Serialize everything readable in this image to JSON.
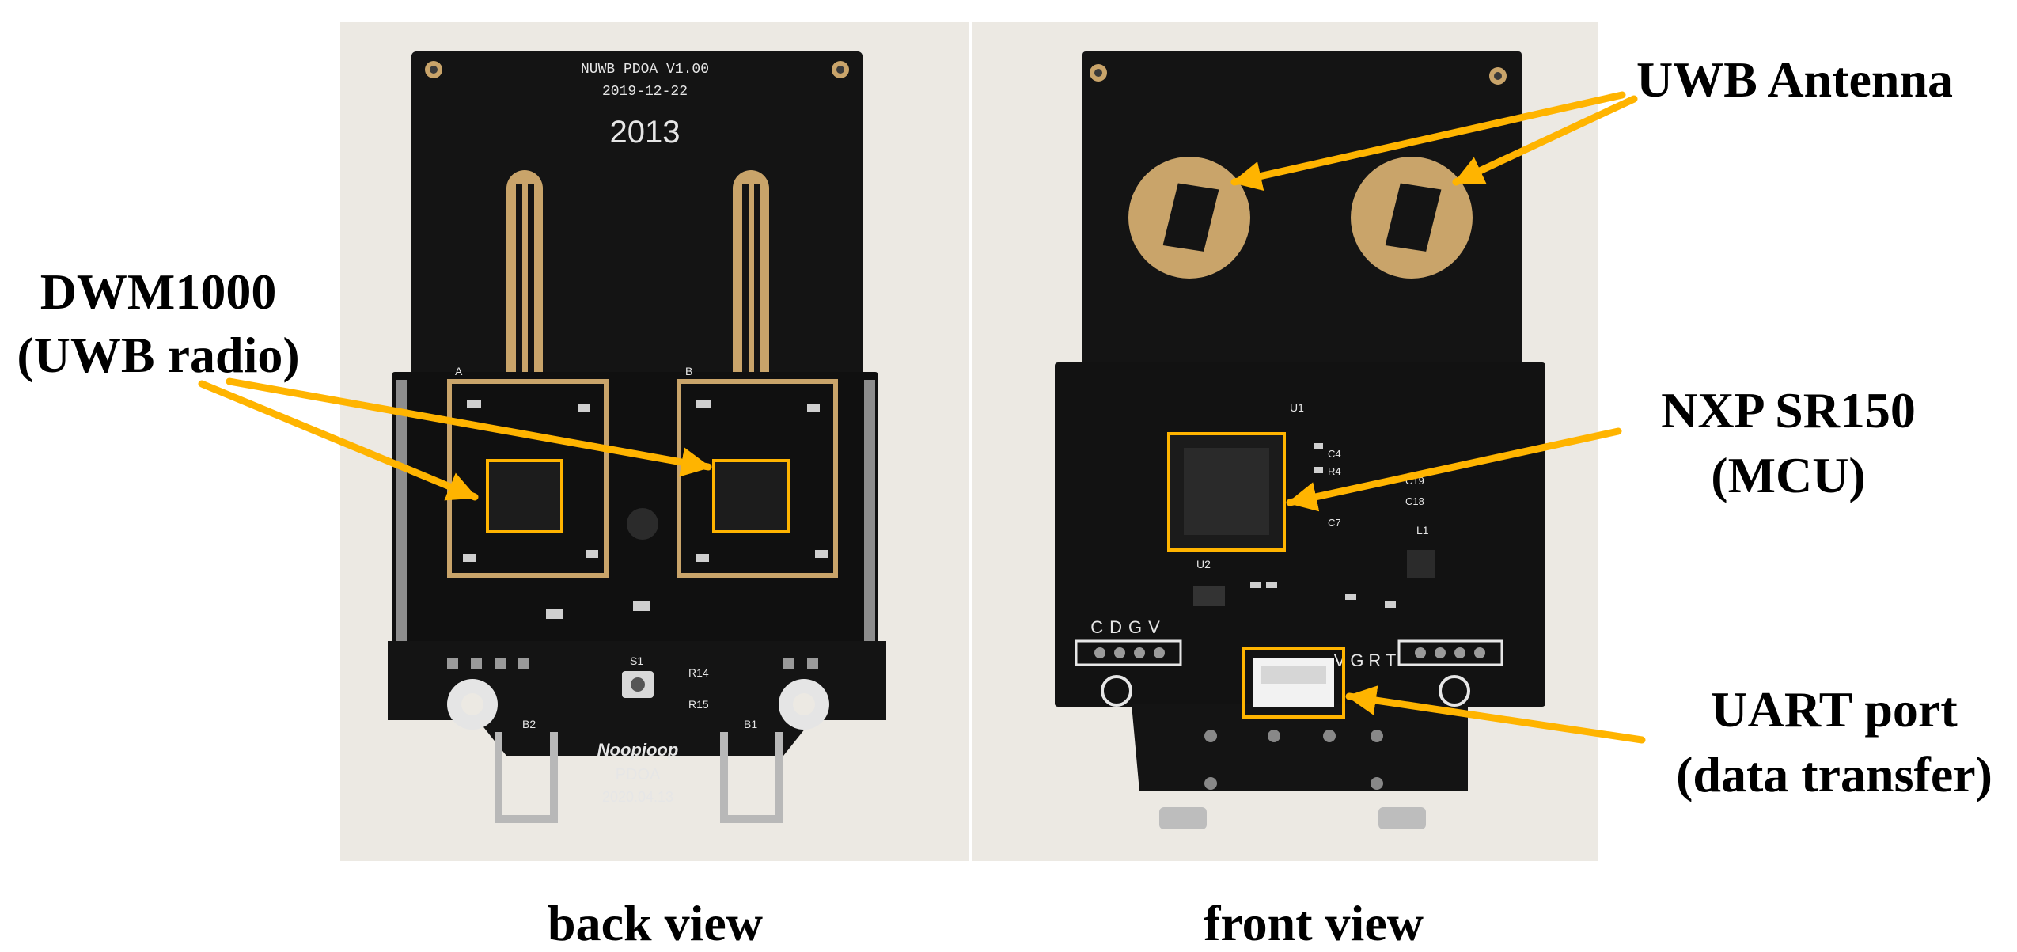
{
  "colors": {
    "background": "#ffffff",
    "photo_bg": "#ece9e3",
    "pcb": "#141414",
    "gold": "#c9a46a",
    "highlight": "#ffb400",
    "silkscreen": "#e6e6e6"
  },
  "labels": {
    "dwm_line1": "DWM1000",
    "dwm_line2": "(UWB radio)",
    "uwb_antenna": "UWB Antenna",
    "nxp_line1": "NXP SR150",
    "nxp_line2": "(MCU)",
    "uart_line1": "UART port",
    "uart_line2": "(data transfer)"
  },
  "captions": {
    "back": "back view",
    "front": "front view"
  },
  "back_board": {
    "title": "NUWB_PDOA V1.00",
    "date": "2019-12-22",
    "code": "2013",
    "brand": "Noopioop",
    "model": "PDOA",
    "date2": "2020.04.13",
    "mark_a": "A",
    "mark_b": "B",
    "mark_s1": "S1",
    "mark_r14": "R14",
    "mark_r15": "R15",
    "mark_b2": "B2",
    "mark_b1": "B1"
  },
  "front_board": {
    "header_left": "CDGV",
    "header_right": "VGRT",
    "mark_u1": "U1",
    "mark_u2": "U2",
    "mark_l1": "L1",
    "mark_c4": "C4",
    "mark_r4": "R4",
    "mark_c7": "C7",
    "mark_c18": "C18",
    "mark_c19": "C19"
  }
}
